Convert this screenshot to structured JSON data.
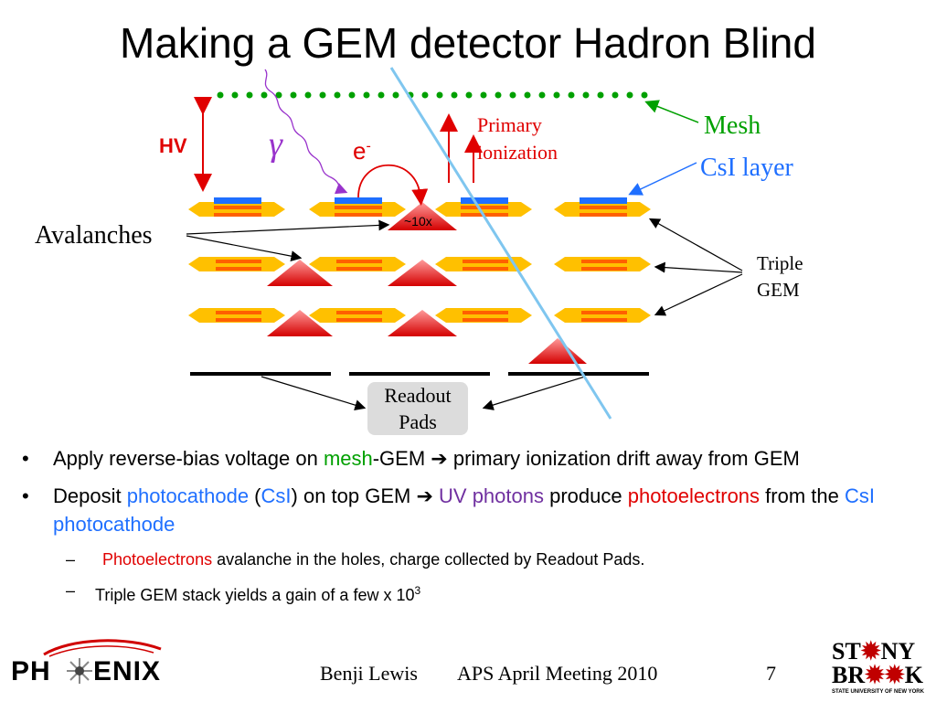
{
  "slide": {
    "title": "Making a GEM detector Hadron Blind",
    "diagram": {
      "hv_label": "HV",
      "gamma_label": "γ",
      "electron_label": "e",
      "electron_sup": "-",
      "primary_ionization_line1": "Primary",
      "primary_ionization_line2": "ionization",
      "mesh_label": "Mesh",
      "csi_label": "CsI layer",
      "avalanches_label": "Avalanches",
      "gain_label": "~10x",
      "triple_gem_line1": "Triple",
      "triple_gem_line2": "GEM",
      "readout_line1": "Readout",
      "readout_line2": "Pads"
    },
    "bullets": {
      "b1_p1": "Apply reverse-bias voltage on ",
      "b1_mesh": "mesh",
      "b1_p2": "-GEM ",
      "b1_arrow": "➔",
      "b1_p3": " primary ionization drift away from GEM",
      "b2_p1": "Deposit ",
      "b2_photocathode": "photocathode",
      "b2_open": " (",
      "b2_csi": "CsI",
      "b2_close": ") on top GEM ",
      "b2_arrow": "➔",
      "b2_uv": " UV photons",
      "b2_p2": " produce ",
      "b2_photoelectrons": "photoelectrons",
      "b2_p3": " from the ",
      "b2_csi_photocathode": "CsI photocathode",
      "sub1_photoelectrons": "Photoelectrons",
      "sub1_rest": " avalanche in the holes, charge collected by Readout Pads.",
      "sub2_text": "Triple GEM stack yields a gain of a few x 10",
      "sub2_sup": "3"
    },
    "footer": {
      "logo_left_p1": "PH",
      "logo_left_p2": "ENIX",
      "author": "Benji Lewis",
      "meeting": "APS April Meeting 2010",
      "page": "7",
      "logo_right_line1a": "ST",
      "logo_right_line1b": "NY",
      "logo_right_line2a": "BR",
      "logo_right_line2b": "K",
      "logo_right_sub": "STATE UNIVERSITY OF NEW YORK"
    },
    "colors": {
      "mesh_green": "#00a000",
      "csi_blue": "#1f6fff",
      "hv_red": "#e00000",
      "gem_yellow": "#ffc000",
      "gem_orange": "#ff6000",
      "beam_blue": "#7fc6ef",
      "gamma_purple": "#9933cc"
    }
  }
}
